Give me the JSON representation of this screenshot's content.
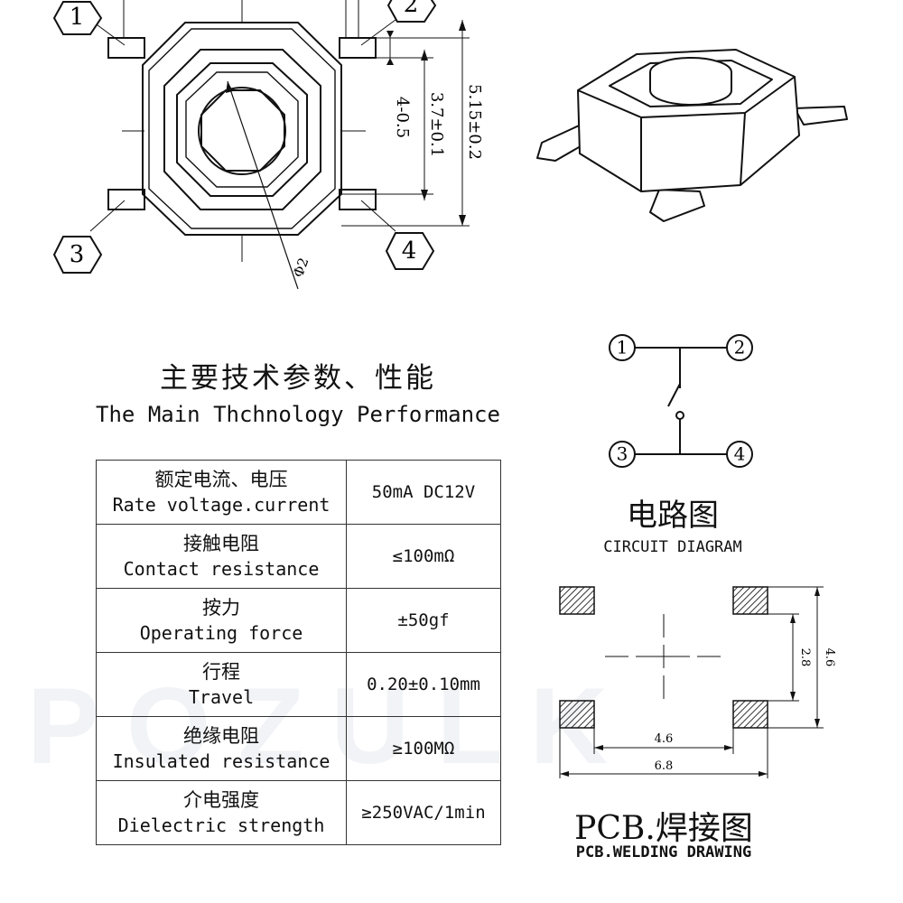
{
  "watermark": "POZULK",
  "dimension_drawing": {
    "pin_labels": [
      "1",
      "2",
      "3",
      "4"
    ],
    "dimensions": {
      "total_height": "5.15±0.2",
      "body_inner": "3.7±0.1",
      "pin_width": "4-0.5",
      "button_diameter": "Φ2"
    }
  },
  "spec": {
    "title_cn": "主要技术参数、性能",
    "title_en": "The Main Thchnology Performance",
    "rows": [
      {
        "cn": "额定电流、电压",
        "en": "Rate voltage.current",
        "value": "50mA DC12V"
      },
      {
        "cn": "接触电阻",
        "en": "Contact resistance",
        "value": "≤100mΩ"
      },
      {
        "cn": "按力",
        "en": "Operating force",
        "value": "±50gf"
      },
      {
        "cn": "行程",
        "en": "Travel",
        "value": "0.20±0.10mm"
      },
      {
        "cn": "绝缘电阻",
        "en": "Insulated resistance",
        "value": "≥100MΩ"
      },
      {
        "cn": "介电强度",
        "en": "Dielectric strength",
        "value": "≥250VAC/1min"
      }
    ]
  },
  "circuit": {
    "title_cn": "电路图",
    "title_en": "CIRCUIT DIAGRAM",
    "nodes": [
      "1",
      "2",
      "3",
      "4"
    ]
  },
  "pcb": {
    "title_cn": "PCB.焊接图",
    "title_en": "PCB.WELDING DRAWING",
    "dims": {
      "inner_width": "4.6",
      "outer_width": "6.8",
      "inner_height": "2.8",
      "outer_height": "4.6"
    }
  }
}
